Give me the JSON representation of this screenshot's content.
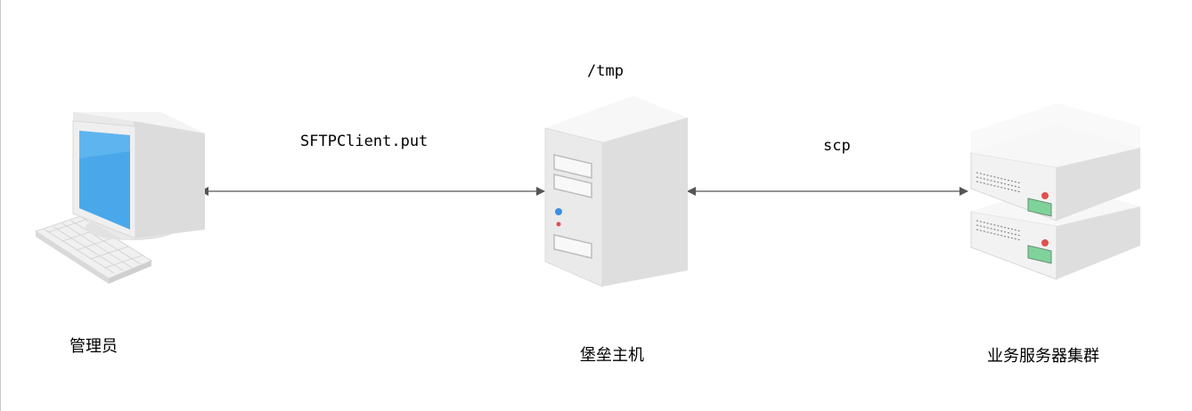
{
  "diagram": {
    "nodes": {
      "admin": {
        "label": "管理员",
        "icon": "desktop-computer-icon"
      },
      "bastion": {
        "label": "堡垒主机",
        "icon": "tower-server-icon",
        "annotation": "/tmp"
      },
      "cluster": {
        "label": "业务服务器集群",
        "icon": "rack-server-stack-icon"
      }
    },
    "edges": [
      {
        "from": "admin",
        "to": "bastion",
        "label": "SFTPClient.put",
        "direction": "bidirectional"
      },
      {
        "from": "bastion",
        "to": "cluster",
        "label": "scp",
        "direction": "bidirectional"
      }
    ],
    "colors": {
      "edge": "#555555",
      "screen": "#4aa8ea",
      "casing": "#e4e4e4",
      "led_red": "#e05050",
      "led_blue": "#3a8fe0",
      "panel_green": "#7fd39a"
    }
  }
}
